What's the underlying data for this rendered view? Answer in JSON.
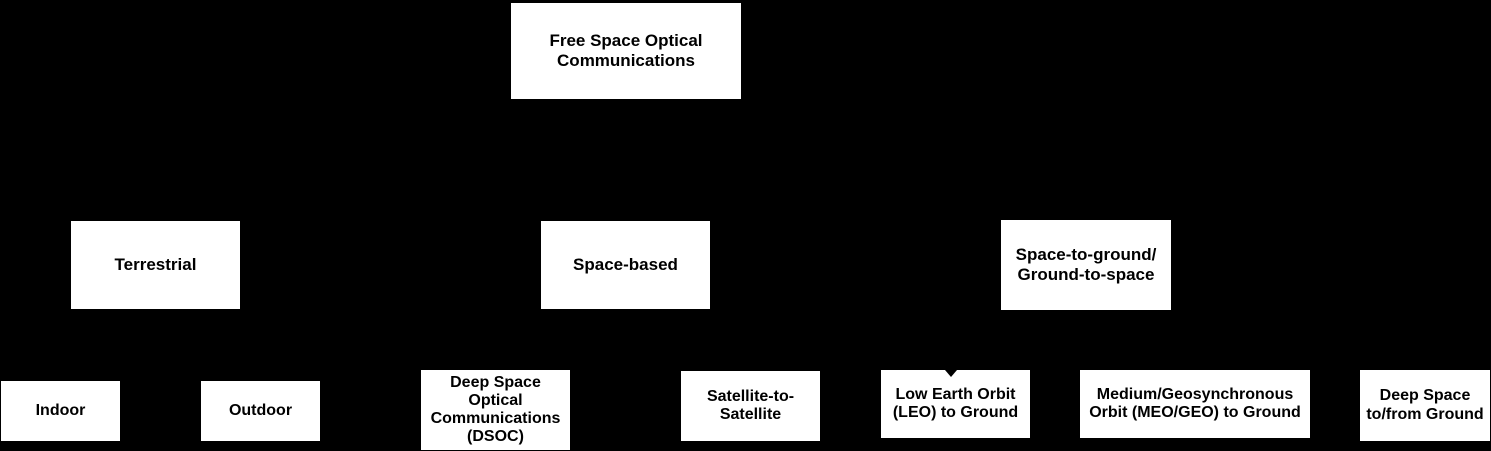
{
  "colors": {
    "background": "#000000",
    "node_fill": "#ffffff",
    "node_text": "#000000",
    "connector": "#000000"
  },
  "nodes": {
    "root": {
      "label": "Free Space Optical\nCommunications"
    },
    "terrestrial": {
      "label": "Terrestrial"
    },
    "space_based": {
      "label": "Space-based"
    },
    "space_to_ground": {
      "label": "Space-to-ground/\nGround-to-space"
    },
    "indoor": {
      "label": "Indoor"
    },
    "outdoor": {
      "label": "Outdoor"
    },
    "dsoc": {
      "label": "Deep Space\nOptical\nCommunications\n(DSOC)"
    },
    "satellite_to_satellite": {
      "label": "Satellite-to-\nSatellite"
    },
    "leo_to_ground": {
      "label": "Low Earth Orbit\n(LEO) to Ground"
    },
    "meo_geo_to_ground": {
      "label": "Medium/Geosynchronous\nOrbit (MEO/GEO) to Ground"
    },
    "deep_space_to_from_ground": {
      "label": "Deep Space\nto/from Ground"
    }
  },
  "hierarchy": {
    "root": [
      "terrestrial",
      "space_based",
      "space_to_ground"
    ],
    "terrestrial": [
      "indoor",
      "outdoor"
    ],
    "space_based": [
      "dsoc",
      "satellite_to_satellite"
    ],
    "space_to_ground": [
      "leo_to_ground",
      "meo_geo_to_ground",
      "deep_space_to_from_ground"
    ]
  }
}
